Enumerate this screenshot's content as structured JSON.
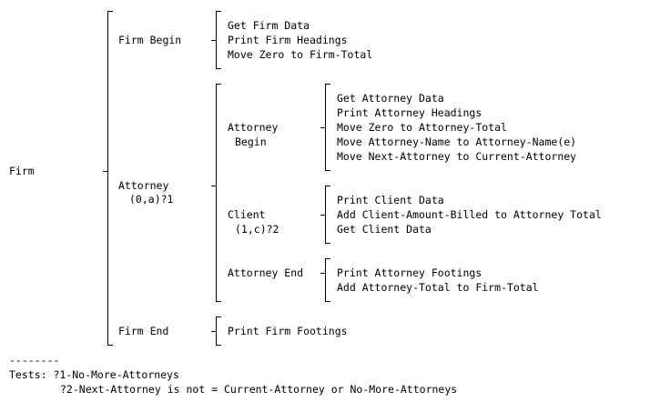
{
  "root": "Firm",
  "firm_begin": {
    "label": "Firm Begin",
    "items": [
      "Get Firm Data",
      "Print Firm Headings",
      "Move Zero to Firm-Total"
    ]
  },
  "attorney": {
    "label": "Attorney",
    "sublabel": "(0,a)?1"
  },
  "attorney_begin": {
    "label": "Attorney",
    "sublabel": "Begin",
    "items": [
      "Get Attorney Data",
      "Print Attorney Headings",
      "Move Zero to Attorney-Total",
      "Move Attorney-Name to Attorney-Name(e)",
      "Move Next-Attorney to Current-Attorney"
    ]
  },
  "client": {
    "label": "Client",
    "sublabel": "(1,c)?2",
    "items": [
      "Print Client Data",
      "Add Client-Amount-Billed to Attorney Total",
      "Get Client Data"
    ]
  },
  "attorney_end": {
    "label": "Attorney End",
    "items": [
      "Print Attorney Footings",
      "Add Attorney-Total to Firm-Total"
    ]
  },
  "firm_end": {
    "label": "Firm End",
    "items": [
      "Print Firm Footings"
    ]
  },
  "footnote": {
    "separator": "--------",
    "test1": "Tests: ?1-No-More-Attorneys",
    "test2": "?2-Next-Attorney is not = Current-Attorney or No-More-Attorneys"
  }
}
